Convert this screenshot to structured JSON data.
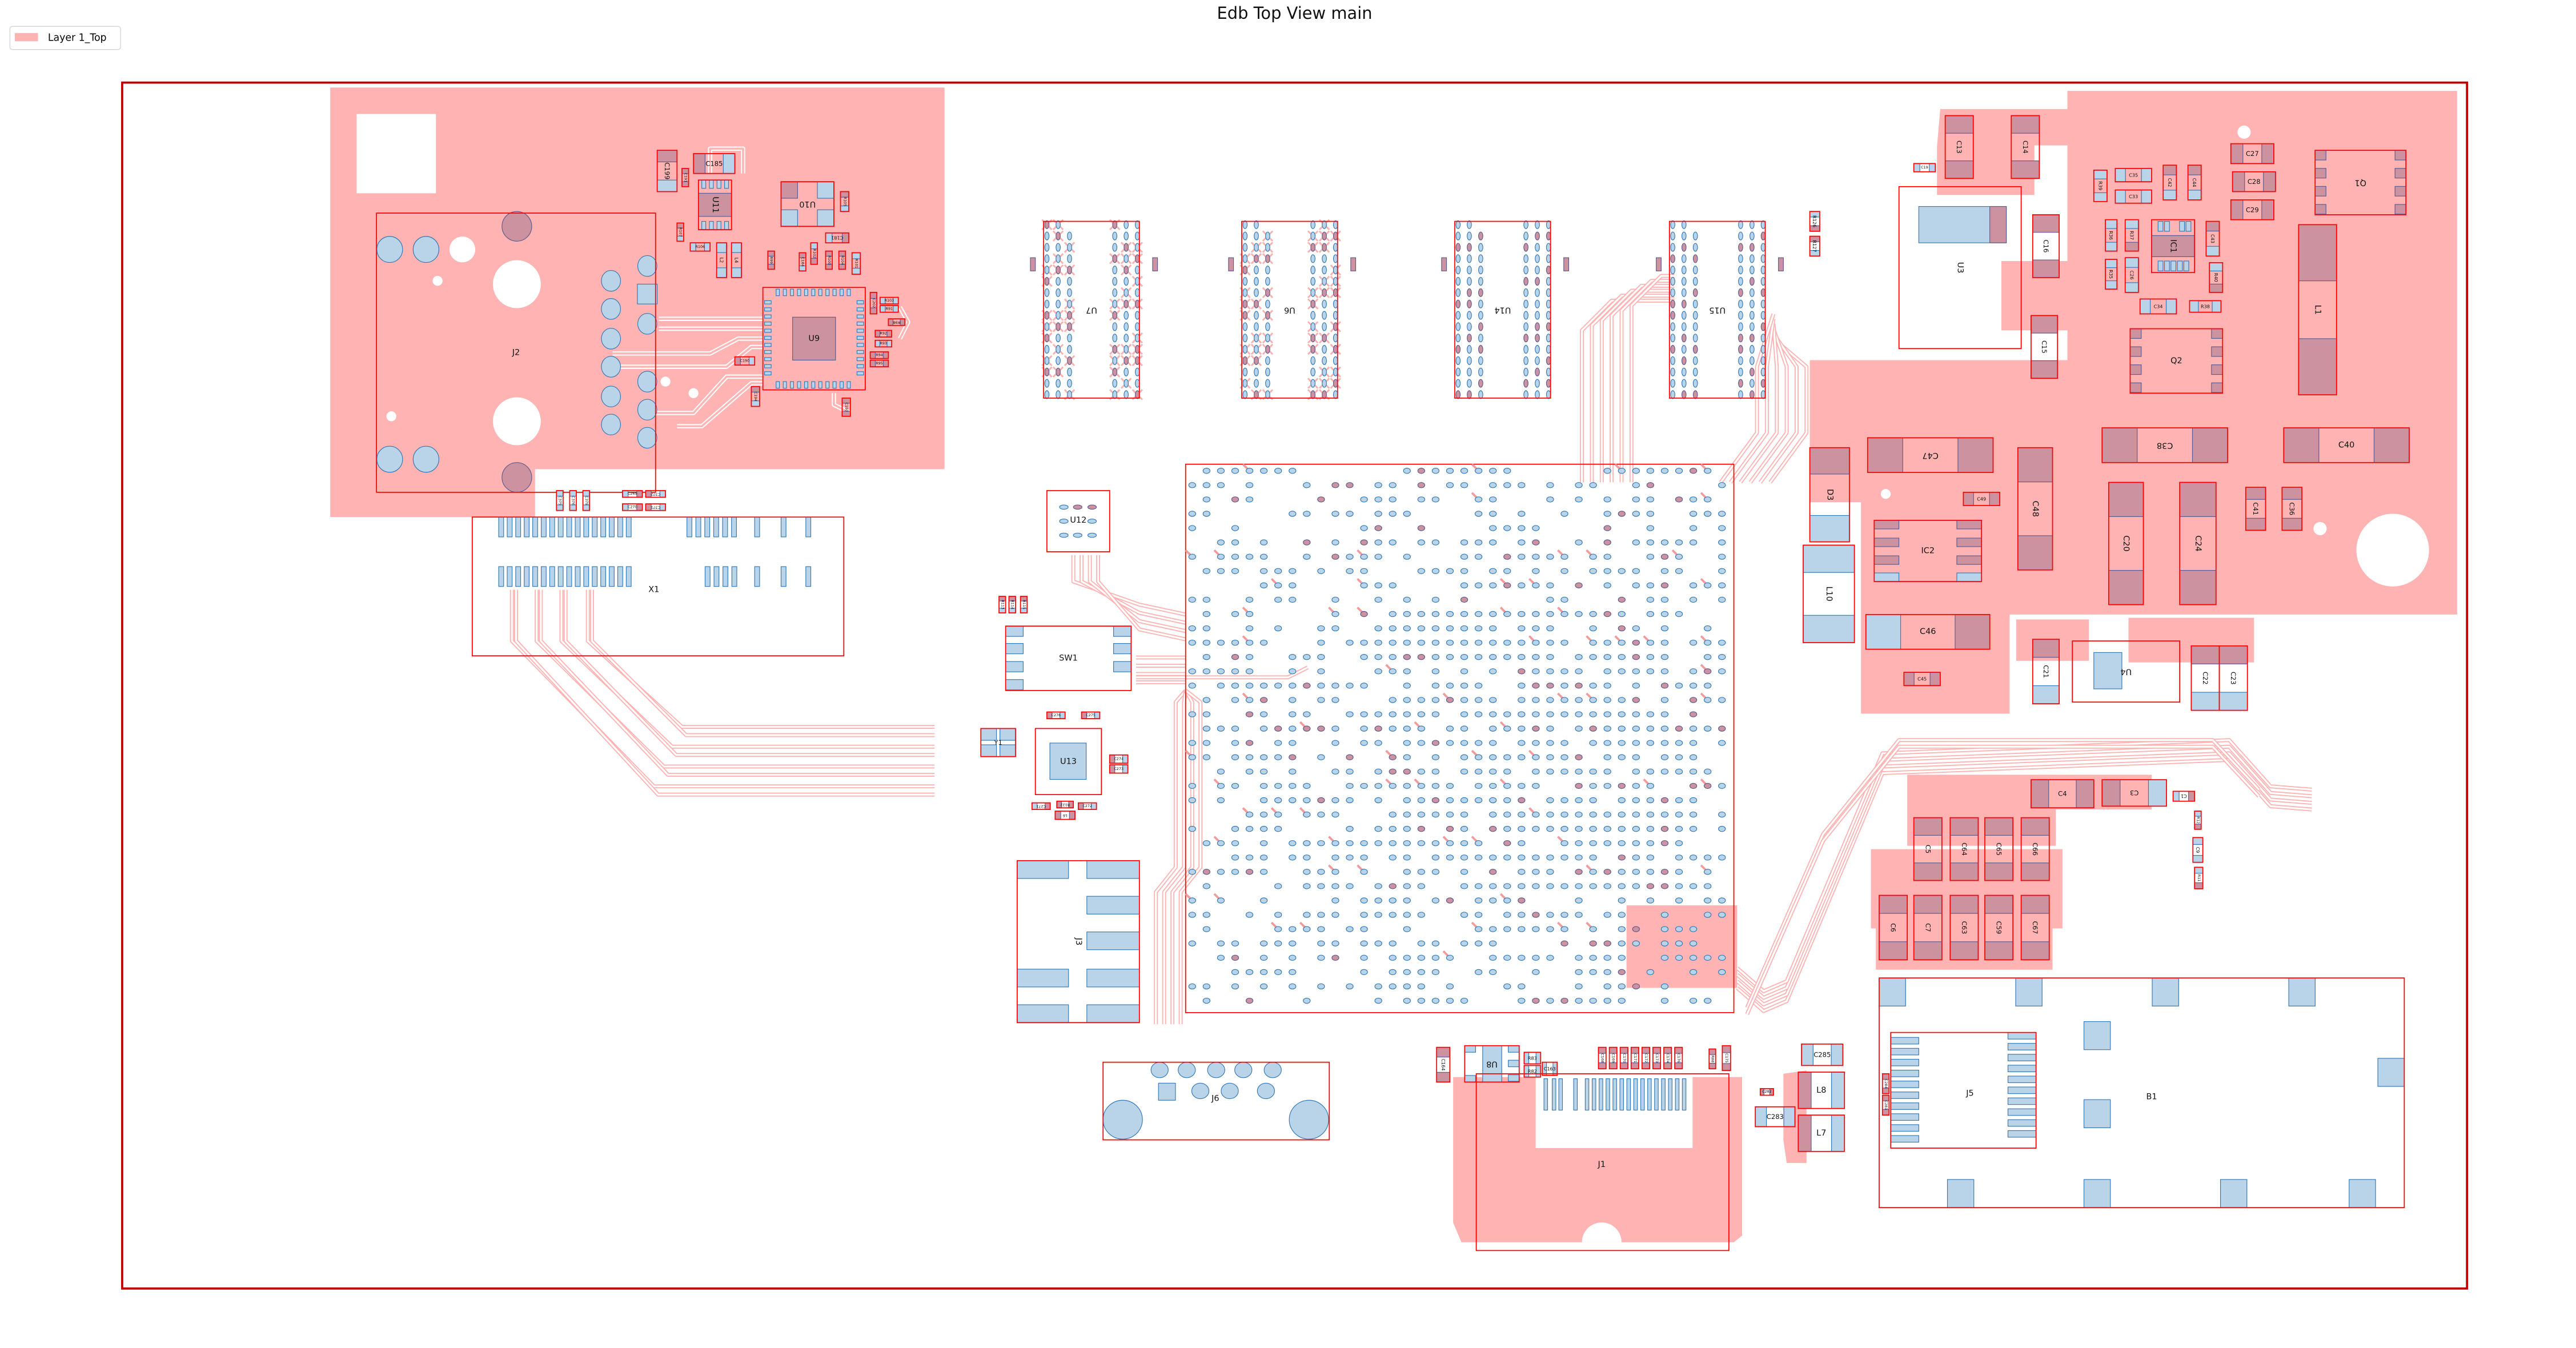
{
  "title": "Edb Top View main",
  "legend": {
    "label": "Layer 1_Top",
    "color": "#ffb3b3"
  },
  "colors": {
    "board_outline": "#c00000",
    "copper": "#ffb3b3",
    "component_outline": "#ff0000",
    "pad_dark": "#cc929f",
    "pad_light": "#b9d4e8"
  },
  "components": [
    {
      "ref": "J2"
    },
    {
      "ref": "C199"
    },
    {
      "ref": "C185"
    },
    {
      "ref": "C191"
    },
    {
      "ref": "U11"
    },
    {
      "ref": "U10"
    },
    {
      "ref": "R105"
    },
    {
      "ref": "R107"
    },
    {
      "ref": "R106"
    },
    {
      "ref": "L2"
    },
    {
      "ref": "L4"
    },
    {
      "ref": "C181"
    },
    {
      "ref": "R99"
    },
    {
      "ref": "C184"
    },
    {
      "ref": "R102"
    },
    {
      "ref": "R100"
    },
    {
      "ref": "R104"
    },
    {
      "ref": "R101"
    },
    {
      "ref": "U9"
    },
    {
      "ref": "C202"
    },
    {
      "ref": "R103"
    },
    {
      "ref": "R91"
    },
    {
      "ref": "R98"
    },
    {
      "ref": "R92"
    },
    {
      "ref": "R93"
    },
    {
      "ref": "R94"
    },
    {
      "ref": "R95"
    },
    {
      "ref": "C190"
    },
    {
      "ref": "C194"
    },
    {
      "ref": "C197"
    },
    {
      "ref": "C375"
    },
    {
      "ref": "C376"
    },
    {
      "ref": "C379"
    },
    {
      "ref": "C269"
    },
    {
      "ref": "C372"
    },
    {
      "ref": "C270"
    },
    {
      "ref": "C371"
    },
    {
      "ref": "X1"
    },
    {
      "ref": "U7"
    },
    {
      "ref": "U6"
    },
    {
      "ref": "U14"
    },
    {
      "ref": "U15"
    },
    {
      "ref": "U12"
    },
    {
      "ref": "R113"
    },
    {
      "ref": "R114"
    },
    {
      "ref": "R115"
    },
    {
      "ref": "SW1"
    },
    {
      "ref": "C276"
    },
    {
      "ref": "C275"
    },
    {
      "ref": "U13"
    },
    {
      "ref": "C274"
    },
    {
      "ref": "C273"
    },
    {
      "ref": "C271"
    },
    {
      "ref": "R122"
    },
    {
      "ref": "C272"
    },
    {
      "ref": "L6"
    },
    {
      "ref": "Y1"
    },
    {
      "ref": "J3"
    },
    {
      "ref": "J6"
    },
    {
      "ref": "U8"
    },
    {
      "ref": "C164"
    },
    {
      "ref": "R83"
    },
    {
      "ref": "R82"
    },
    {
      "ref": "C163"
    },
    {
      "ref": "C168"
    },
    {
      "ref": "C169"
    },
    {
      "ref": "C170"
    },
    {
      "ref": "C171"
    },
    {
      "ref": "C172"
    },
    {
      "ref": "C173"
    },
    {
      "ref": "C174"
    },
    {
      "ref": "C176"
    },
    {
      "ref": "R88"
    },
    {
      "ref": "C175"
    },
    {
      "ref": "J1"
    },
    {
      "ref": "C13"
    },
    {
      "ref": "C14"
    },
    {
      "ref": "C19"
    },
    {
      "ref": "R126"
    },
    {
      "ref": "R127"
    },
    {
      "ref": "U3"
    },
    {
      "ref": "C16"
    },
    {
      "ref": "C15"
    },
    {
      "ref": "R39"
    },
    {
      "ref": "C35"
    },
    {
      "ref": "C33"
    },
    {
      "ref": "C42"
    },
    {
      "ref": "C44"
    },
    {
      "ref": "R36"
    },
    {
      "ref": "R37"
    },
    {
      "ref": "R35"
    },
    {
      "ref": "C26"
    },
    {
      "ref": "IC1"
    },
    {
      "ref": "C43"
    },
    {
      "ref": "R40"
    },
    {
      "ref": "C34"
    },
    {
      "ref": "R38"
    },
    {
      "ref": "C27"
    },
    {
      "ref": "C28"
    },
    {
      "ref": "C29"
    },
    {
      "ref": "Q1"
    },
    {
      "ref": "L1"
    },
    {
      "ref": "Q2"
    },
    {
      "ref": "C47"
    },
    {
      "ref": "C38"
    },
    {
      "ref": "C40"
    },
    {
      "ref": "D3"
    },
    {
      "ref": "C49"
    },
    {
      "ref": "C48"
    },
    {
      "ref": "IC2"
    },
    {
      "ref": "L10"
    },
    {
      "ref": "C46"
    },
    {
      "ref": "C45"
    },
    {
      "ref": "C20"
    },
    {
      "ref": "C24"
    },
    {
      "ref": "C41"
    },
    {
      "ref": "C36"
    },
    {
      "ref": "C21"
    },
    {
      "ref": "U4"
    },
    {
      "ref": "C22"
    },
    {
      "ref": "C23"
    },
    {
      "ref": "C4"
    },
    {
      "ref": "C3"
    },
    {
      "ref": "C1"
    },
    {
      "ref": "R12"
    },
    {
      "ref": "C9"
    },
    {
      "ref": "R11"
    },
    {
      "ref": "C5"
    },
    {
      "ref": "C64"
    },
    {
      "ref": "C65"
    },
    {
      "ref": "C66"
    },
    {
      "ref": "C6"
    },
    {
      "ref": "C7"
    },
    {
      "ref": "C63"
    },
    {
      "ref": "C59"
    },
    {
      "ref": "C67"
    },
    {
      "ref": "B1"
    },
    {
      "ref": "J5"
    },
    {
      "ref": "L8"
    },
    {
      "ref": "L7"
    },
    {
      "ref": "C285"
    },
    {
      "ref": "C284"
    },
    {
      "ref": "C281"
    },
    {
      "ref": "C282"
    },
    {
      "ref": "C283"
    }
  ]
}
